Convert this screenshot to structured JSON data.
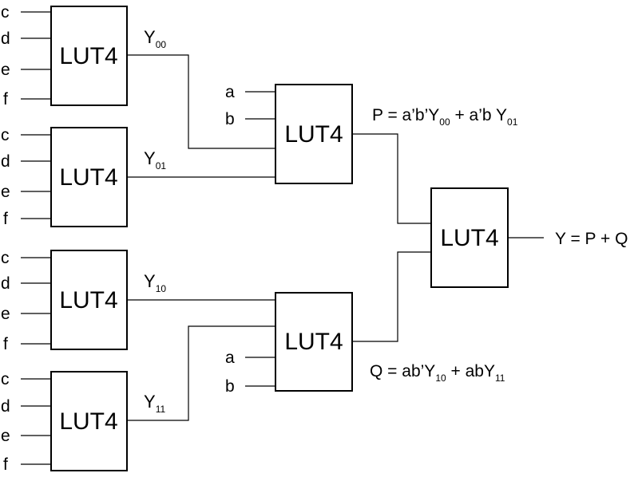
{
  "block_label": "LUT4",
  "inputs": {
    "c": "c",
    "d": "d",
    "e": "e",
    "f": "f",
    "a": "a",
    "b": "b"
  },
  "signals": {
    "y00_base": "Y",
    "y00_sub": "00",
    "y01_base": "Y",
    "y01_sub": "01",
    "y10_base": "Y",
    "y10_sub": "10",
    "y11_base": "Y",
    "y11_sub": "11"
  },
  "equations": {
    "p": {
      "part1": "P = a’b’Y",
      "sub1": "00",
      "part2": " + a’b Y",
      "sub2": "01"
    },
    "q": {
      "part1": "Q = ab’Y",
      "sub1": "10",
      "part2": " + abY",
      "sub2": "11"
    },
    "y": "Y = P + Q"
  }
}
